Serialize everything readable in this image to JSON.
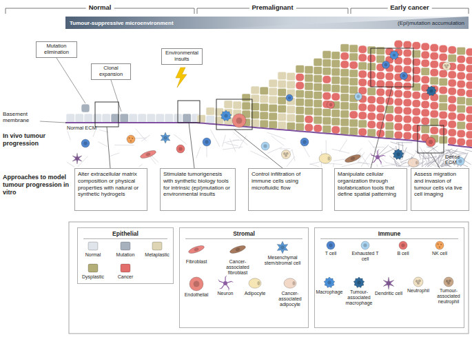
{
  "diagram": {
    "nodes": [
      {
        "text": [
          "Tumour-suppressive microenvironment",
          "(Epi)mutation accumulation"
        ]
      },
      {
        "text": [
          "Mutation elimination"
        ]
      },
      {
        "text": [
          "Clonal expansion"
        ]
      },
      {
        "text": [
          "Environmental insults"
        ]
      },
      {
        "text": [
          "Alter extracellular matrix composition or physical properties with natural or synthetic hydrogels"
        ]
      },
      {
        "text": [
          "Stimulate tumorigenesis with synthetic biology tools for intrinsic (epi)mutation or environmental insults"
        ]
      },
      {
        "text": [
          "Control infiltration of immune cells using microfluidic flow"
        ]
      },
      {
        "text": [
          "Manipulate cellular organization through biofabrication tools that define spatial patterning"
        ]
      },
      {
        "text": [
          "Assess migration and invasion of tumour cells via live cell imaging"
        ]
      },
      {
        "text": [
          "Epithelial"
        ]
      },
      {
        "text": [
          "Stromal"
        ]
      },
      {
        "text": [
          "Immune"
        ]
      }
    ],
    "labels": [
      "Normal",
      "Premalignant",
      "Early cancer",
      "Basement membrane",
      "Normal ECM",
      "Dense ECM",
      "In vivo tumour progression",
      "Approaches to model tumour progression in vitro"
    ],
    "legend": [
      {
        "text": "Normal",
        "color": "#dfe4ea"
      },
      {
        "text": "Mutation",
        "color": "#a7b1be"
      },
      {
        "text": "Metaplastic",
        "color": "#ddd5b3"
      },
      {
        "text": "Dysplastic",
        "color": "#b3ad78"
      },
      {
        "text": "Cancer",
        "color": "#e36f6c"
      },
      {
        "text": "Fibroblast",
        "color": "#ea8480"
      },
      {
        "text": "Cancer-associated fibroblast",
        "color": "#a77a5e"
      },
      {
        "text": "Mesenchymal stem/stromal cell",
        "color": "#5c9ad6"
      },
      {
        "text": "Endothelial",
        "color": "#e9877f"
      },
      {
        "text": "Neuron",
        "color": "#8e5ea2"
      },
      {
        "text": "Adipocyte",
        "color": "#f6e6b5"
      },
      {
        "text": "Cancer-associated adipocyte",
        "color": "#f2d8c6"
      },
      {
        "text": "T cell",
        "color": "#4f86cf"
      },
      {
        "text": "Exhausted T cell",
        "color": "#a9d3f0"
      },
      {
        "text": "B cell",
        "color": "#e5726f"
      },
      {
        "text": "NK cell",
        "color": "#f3a35a"
      },
      {
        "text": "Macrophage",
        "color": "#4a90d9"
      },
      {
        "text": "Tumour-associated macrophage",
        "color": "#2f6a9a"
      },
      {
        "text": "Dendritic cell",
        "color": "#9c6bb5"
      },
      {
        "text": "Neutrophil",
        "color": "#f2e2c4"
      },
      {
        "text": "Tumour-associated neutrophil",
        "color": "#c9a98a"
      }
    ]
  }
}
